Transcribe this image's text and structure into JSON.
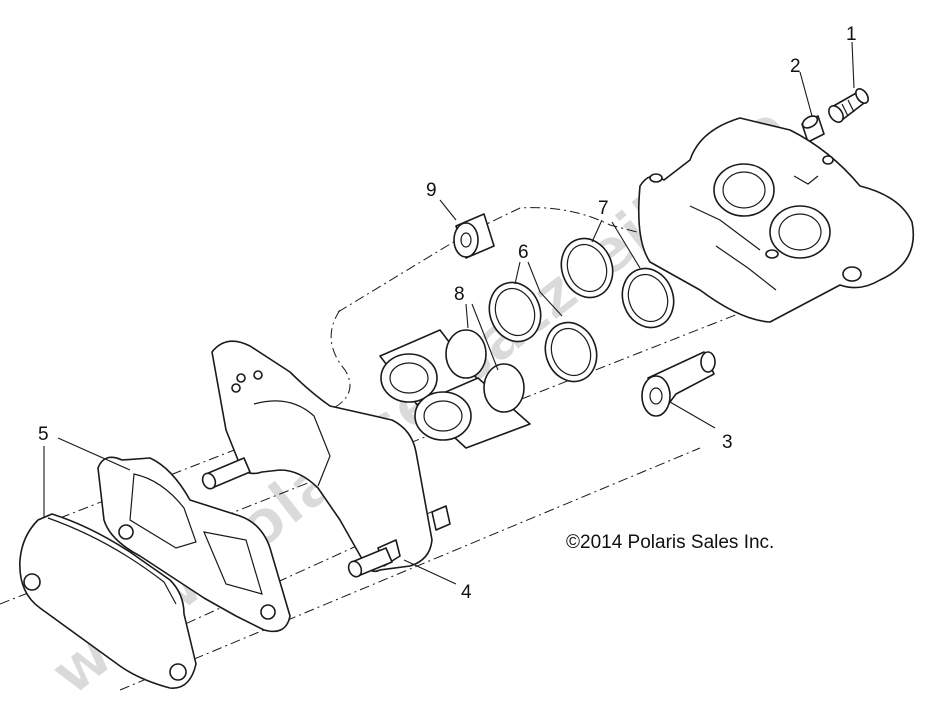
{
  "callouts": [
    {
      "id": 1,
      "label": "1"
    },
    {
      "id": 2,
      "label": "2"
    },
    {
      "id": 3,
      "label": "3"
    },
    {
      "id": 4,
      "label": "4"
    },
    {
      "id": 5,
      "label": "5"
    },
    {
      "id": 6,
      "label": "6"
    },
    {
      "id": 7,
      "label": "7"
    },
    {
      "id": 8,
      "label": "8"
    },
    {
      "id": 9,
      "label": "9"
    }
  ],
  "copyright": "©2014 Polaris Sales Inc.",
  "watermark": "www.polarisersatzteile.de"
}
